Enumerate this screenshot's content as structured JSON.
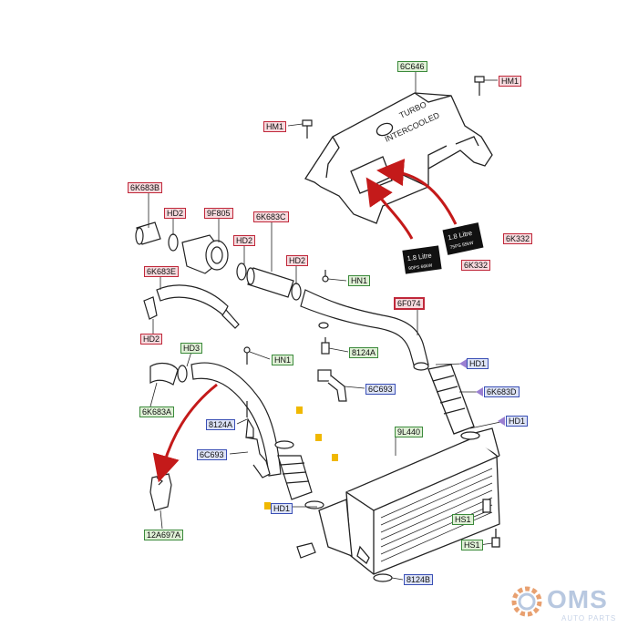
{
  "labels": {
    "c646": "6C646",
    "hm1_right": "HM1",
    "hm1_left": "HM1",
    "k683b": "6K683B",
    "hd2_a": "HD2",
    "f805": "9F805",
    "k683c": "6K683C",
    "hd2_b": "HD2",
    "hd2_c": "HD2",
    "k683e": "6K683E",
    "hn1_a": "HN1",
    "f074": "6F074",
    "hd2_d": "HD2",
    "hd3": "HD3",
    "hn1_b": "HN1",
    "b8124a_a": "8124A",
    "hd1_a": "HD1",
    "k683a": "6K683A",
    "c693_a": "6C693",
    "k683d": "6K683D",
    "hd1_b": "HD1",
    "b8124a_b": "8124A",
    "l440": "9L440",
    "c693_b": "6C693",
    "hd1_c": "HD1",
    "hs1_a": "HS1",
    "hs1_b": "HS1",
    "a697a": "12A697A",
    "b8124b": "8124B",
    "k332_a": "6K332",
    "k332_b": "6K332"
  },
  "cover": {
    "line1": "TURBO",
    "line2": "INTERCOOLED"
  },
  "badges": {
    "size": "1.8 Litre",
    "note_a": "90PS 66kW",
    "note_b": "75PS 55kW"
  },
  "watermark": {
    "brand": "OMS",
    "sub": "AUTO PARTS"
  },
  "colors": {
    "arrow": "#c41a1a",
    "green_box": "#3b8a3b",
    "red_box": "#c0283a",
    "blue_box": "#3a4fb5",
    "marker_yellow": "#f0b800",
    "marker_purple": "#9a7fd1"
  }
}
